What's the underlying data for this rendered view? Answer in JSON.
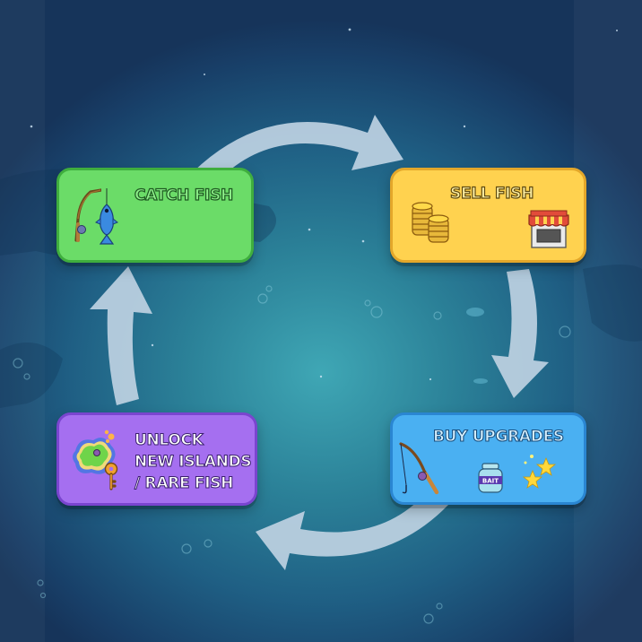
{
  "diagram": {
    "type": "cycle",
    "direction": "clockwise",
    "steps": [
      {
        "id": "catch",
        "label": "CATCH FISH",
        "position": "top-left",
        "color": "#6bdc68",
        "icons": [
          "fishing-rod-icon",
          "fish-icon"
        ]
      },
      {
        "id": "sell",
        "label": "SELL FISH",
        "position": "top-right",
        "color": "#ffd24f",
        "icons": [
          "coin-stack-icon",
          "shop-stall-icon"
        ]
      },
      {
        "id": "upgrade",
        "label": "BUY UPGRADES",
        "position": "bottom-right",
        "color": "#4ab0f2",
        "icons": [
          "fishing-rod-icon",
          "bait-jar-icon",
          "stars-icon"
        ],
        "bait_label": "BAIT"
      },
      {
        "id": "unlock",
        "label": "UNLOCK\nNEW ISLANDS\n/ RARE FISH",
        "position": "bottom-left",
        "color": "#a56ff0",
        "icons": [
          "island-icon",
          "key-icon"
        ]
      }
    ],
    "arrows": [
      {
        "from": "catch",
        "to": "sell"
      },
      {
        "from": "sell",
        "to": "upgrade"
      },
      {
        "from": "upgrade",
        "to": "unlock"
      },
      {
        "from": "unlock",
        "to": "catch"
      }
    ],
    "arrow_color": "#b9cfdf",
    "background": {
      "theme": "underwater",
      "top_color": "#16345a",
      "center_color": "#3fa7b5"
    }
  }
}
